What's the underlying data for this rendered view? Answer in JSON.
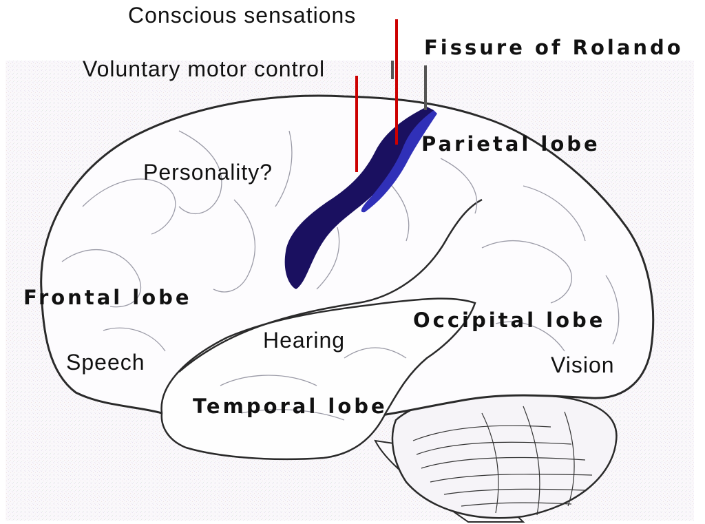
{
  "labels": {
    "conscious": "Conscious sensations",
    "voluntary": "Voluntary motor control",
    "fissure": "Fissure of Rolando",
    "parietal": "Parietal lobe",
    "personality": "Personality?",
    "frontal": "Frontal lobe",
    "occipital": "Occipital lobe",
    "hearing": "Hearing",
    "speech": "Speech",
    "vision": "Vision",
    "temporal": "Temporal lobe"
  },
  "colors": {
    "pointer": "#cc0000",
    "pointer_gray": "#555555",
    "motor_strip": "#1a1060",
    "sensory_strip": "#3030b8",
    "outline": "#2a2a2a",
    "texture": "#f3f0f6"
  }
}
